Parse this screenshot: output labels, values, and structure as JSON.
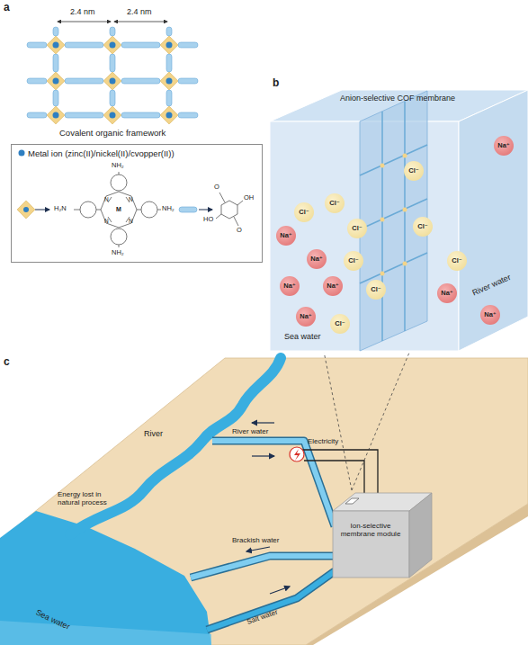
{
  "diagram": {
    "nodes": [
      {
        "text": [
          "Metal ion (zinc(II)/nickel(II)/cvopper(II))"
        ]
      },
      {
        "text": [
          "Anion-selective COF membrane"
        ]
      },
      {
        "text": [
          "Na⁺"
        ],
        "in": 1
      },
      {
        "text": [
          "Na⁺"
        ],
        "in": 1
      },
      {
        "text": [
          "Na⁺"
        ],
        "in": 1
      },
      {
        "text": [
          "Na⁺"
        ],
        "in": 1
      },
      {
        "text": [
          "Na⁺"
        ],
        "in": 1
      },
      {
        "text": [
          "Na⁺"
        ],
        "in": 1
      },
      {
        "text": [
          "Na⁺"
        ],
        "in": 1
      },
      {
        "text": [
          "Na⁺"
        ],
        "in": 1
      },
      {
        "text": [
          "Cl⁻"
        ],
        "in": 1
      },
      {
        "text": [
          "Cl⁻"
        ],
        "in": 1
      },
      {
        "text": [
          "Cl⁻"
        ],
        "in": 1
      },
      {
        "text": [
          "Cl⁻"
        ],
        "in": 1
      },
      {
        "text": [
          "Cl⁻"
        ],
        "in": 1
      },
      {
        "text": [
          "Cl⁻"
        ],
        "in": 1
      },
      {
        "text": [
          "Cl⁻"
        ],
        "in": 1
      },
      {
        "text": [
          "Cl⁻"
        ],
        "in": 1
      },
      {
        "text": [
          "Cl⁻"
        ],
        "in": 1
      },
      {
        "text": [
          "Ion-selective membrane module"
        ]
      }
    ],
    "edges": [
      {
        "from": 19,
        "to": 1,
        "arrow": "none"
      },
      {
        "from": 19,
        "to": 1,
        "arrow": "none"
      }
    ],
    "labels": [
      "a",
      "b",
      "c",
      "2.4 nm",
      "2.4 nm",
      "Covalent organic framework",
      "NH₂",
      "H₂N",
      "NH₂",
      "NH₂",
      "N",
      "N",
      "N",
      "N",
      "M",
      "O",
      "OH",
      "HO",
      "O",
      "Sea water",
      "River water",
      "River",
      "River water",
      "Electricity",
      "Energy lost in natural process",
      "Brackish water",
      "Salt water",
      "Sea water"
    ]
  }
}
